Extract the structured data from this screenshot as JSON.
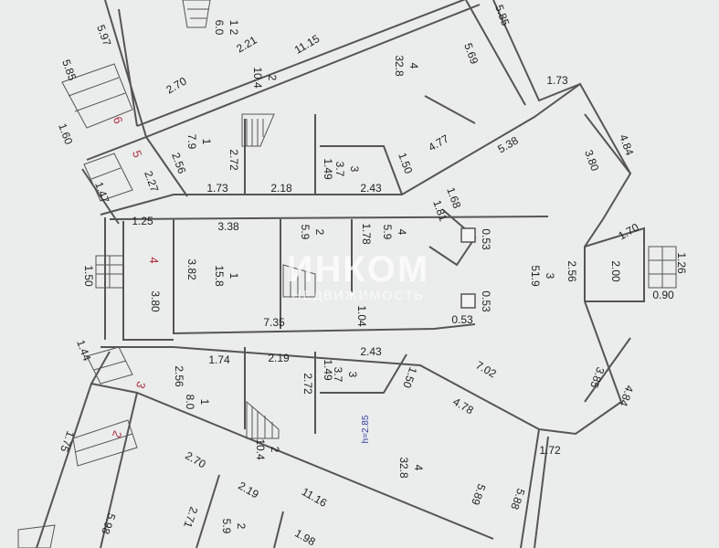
{
  "watermark": {
    "brand": "ИНКОМ",
    "sub": "НЕДВИЖИМОСТЬ"
  },
  "rooms": [
    {
      "num": "1 2",
      "area": "6.0"
    },
    {
      "num": "2",
      "area": "10.4"
    },
    {
      "num": "1",
      "area": "7.9"
    },
    {
      "num": "3",
      "area": "3.7"
    },
    {
      "num": "4",
      "area": "32.8"
    },
    {
      "num": "2",
      "area": "5.9"
    },
    {
      "num": "4",
      "area": "5.9"
    },
    {
      "num": "1",
      "area": "15.8"
    },
    {
      "num": "3",
      "area": "51.9"
    },
    {
      "num": "1",
      "area": "8.0"
    },
    {
      "num": "2",
      "area": "10.4"
    },
    {
      "num": "3",
      "area": "3.7"
    },
    {
      "num": "4",
      "area": "32.8"
    },
    {
      "num": "2",
      "area": "5.9"
    }
  ],
  "dims": [
    "5.97",
    "5.85",
    "1.60",
    "2.70",
    "11.15",
    "2.21",
    "1.73",
    "2.18",
    "2.72",
    "1.49",
    "2.43",
    "1.50",
    "4.77",
    "5.38",
    "3.80",
    "4.84",
    "1.73",
    "5.69",
    "5.85",
    "1.68",
    "1.81",
    "0.53",
    "1.70",
    "2.56",
    "2.00",
    "1.26",
    "0.90",
    "0.53",
    "0.53",
    "1.25",
    "3.38",
    "1.78",
    "3.82",
    "1.50",
    "3.80",
    "1.04",
    "7.35",
    "1.44",
    "1.74",
    "2.19",
    "2.43",
    "1.49",
    "2.72",
    "1.50",
    "7.02",
    "3.85",
    "4.84",
    "4.78",
    "2.56",
    "1.75",
    "2.70",
    "11.16",
    "2.71",
    "2.19",
    "5.98",
    "1.98",
    "5.89",
    "5.88",
    "1.72",
    "2.27",
    "2.56",
    "1.47"
  ],
  "stair_marks": [
    "6",
    "5",
    "4",
    "3",
    "2"
  ],
  "ceiling": "h=2.85"
}
